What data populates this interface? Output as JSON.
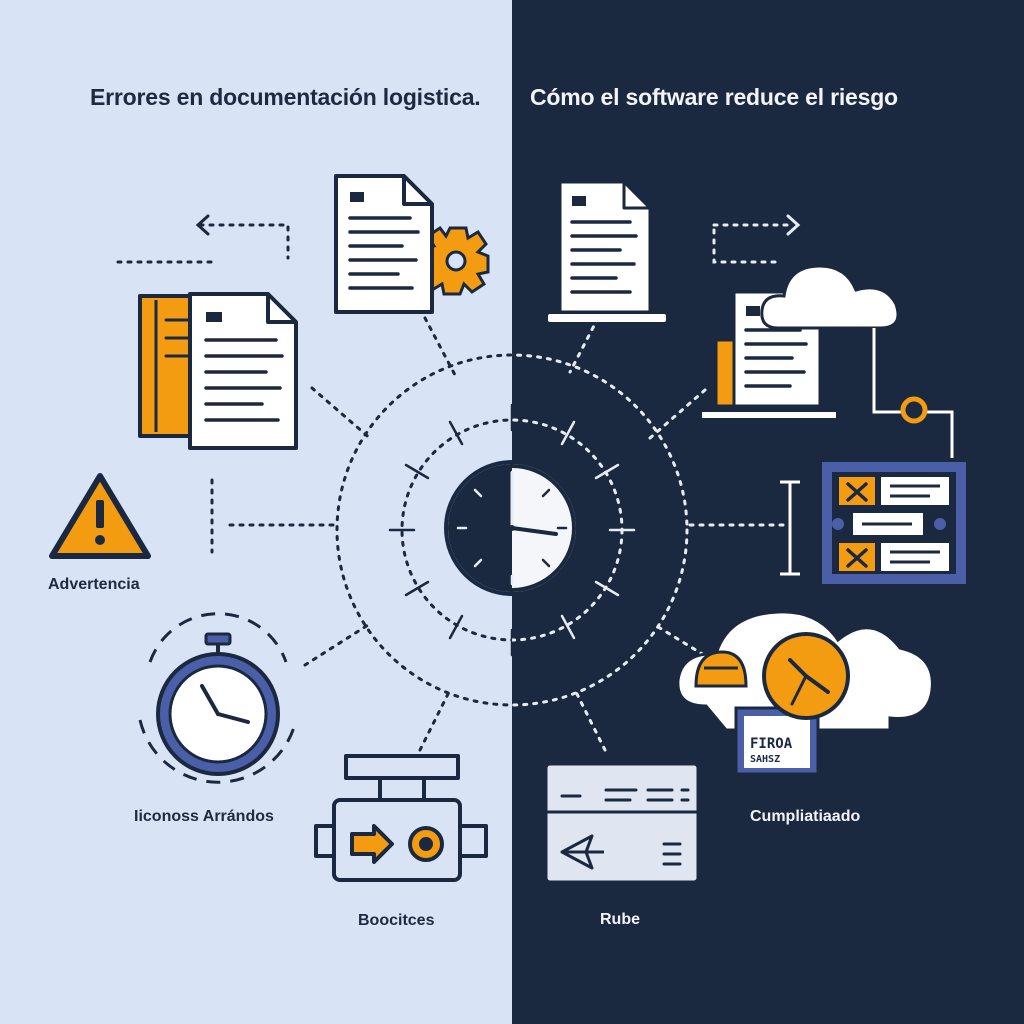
{
  "header": {
    "left_title": "Errores en documentación logistica.",
    "right_title": "Cómo el software reduce el riesgo"
  },
  "labels": {
    "warning": "Advertencia",
    "timer": "Iiconoss Arrándos",
    "machine": "Boocitces",
    "panel": "Rube",
    "compliance": "Cumpliatiaado"
  },
  "signature_card": {
    "line1": "FIROA",
    "line2": "SAHSZ"
  },
  "colors": {
    "left_background": "#d8e4f5",
    "right_background": "#1b2940",
    "accent": "#f39c12",
    "stroke": "#1b2940",
    "blue": "#4a5fa8"
  },
  "icons": {
    "left": [
      "document-gear-icon",
      "stacked-documents-icon",
      "warning-icon",
      "stopwatch-icon",
      "machine-icon"
    ],
    "center": "clock-icon",
    "right": [
      "laptop-document-icon",
      "cloud-document-icon",
      "checklist-rack-icon",
      "cloud-clock-icon",
      "browser-panel-icon"
    ]
  }
}
